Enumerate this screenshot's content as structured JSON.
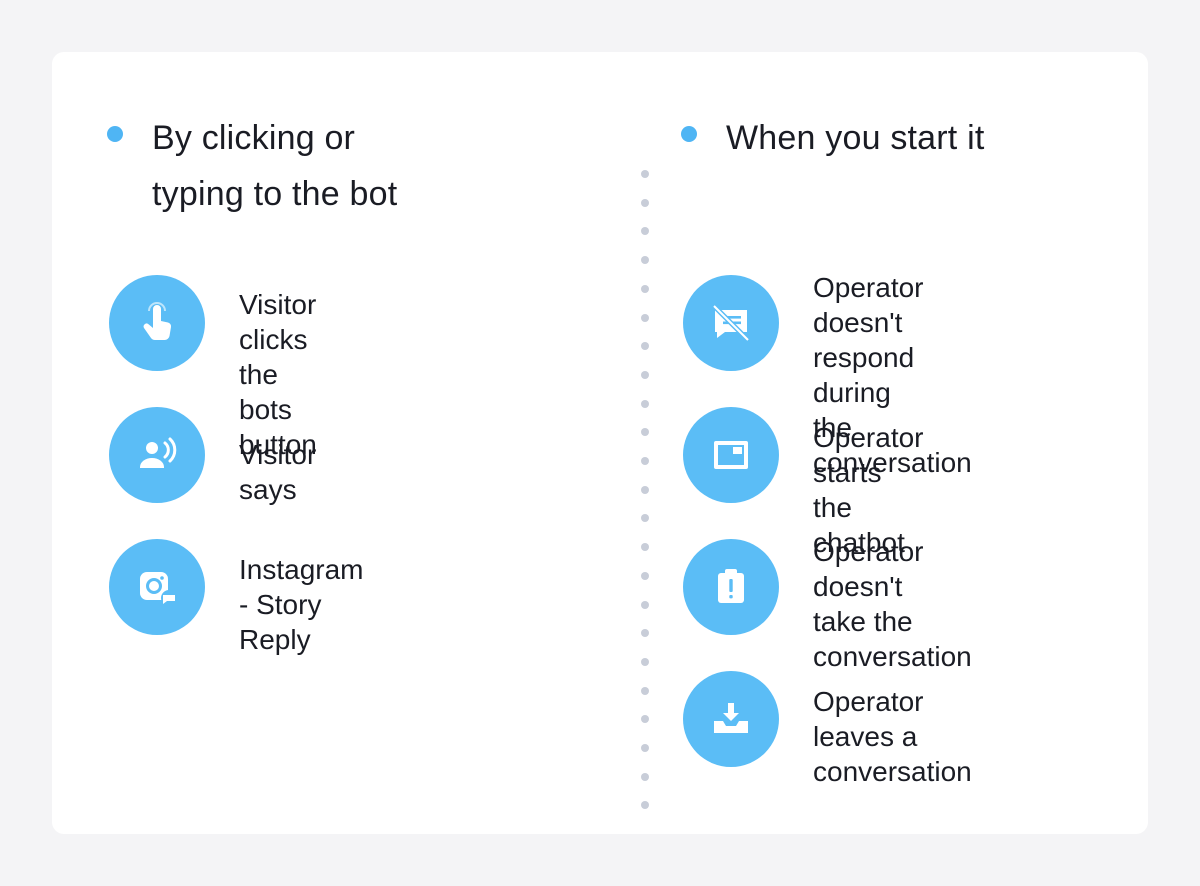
{
  "left_column": {
    "heading": "By clicking or\ntyping to the bot",
    "items": [
      {
        "label": "Visitor clicks the\nbots button",
        "icon": "tap-finger-icon"
      },
      {
        "label": "Visitor says",
        "icon": "speaking-person-icon"
      },
      {
        "label": "Instagram - Story\nReply",
        "icon": "instagram-reply-icon"
      }
    ]
  },
  "right_column": {
    "heading": "When you start it",
    "items": [
      {
        "label": "Operator doesn't\nrespond during\nthe conversation",
        "icon": "no-message-icon"
      },
      {
        "label": "Operator starts\nthe chatbot",
        "icon": "window-icon"
      },
      {
        "label": "Operator doesn't\ntake the\nconversation",
        "icon": "alert-clipboard-icon"
      },
      {
        "label": "Operator leaves a\nconversation",
        "icon": "inbox-download-icon"
      }
    ]
  },
  "colors": {
    "accent": "#5bbdf6",
    "bullet": "#4fb5f4",
    "divider": "#c8cdd8",
    "text": "#1a1c24",
    "background": "#f4f4f6",
    "card": "#ffffff"
  }
}
